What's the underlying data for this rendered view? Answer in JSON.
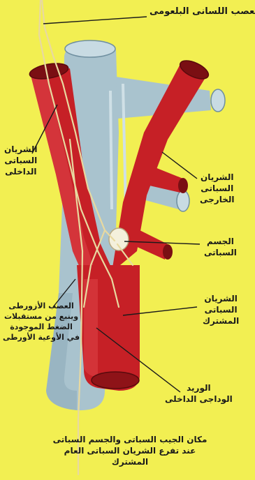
{
  "labels": {
    "glossopharyngeal_nerve": "العصب اللسانى البلعومى",
    "internal_carotid_artery": [
      "الشريان",
      "السباتى",
      "الداخلى"
    ],
    "external_carotid_artery": [
      "الشريان",
      "السباتى",
      "الخارجى"
    ],
    "carotid_body": [
      "الجسم",
      "السباتى"
    ],
    "common_carotid_artery": [
      "الشريان",
      "السباتى",
      "المشترك"
    ],
    "vagus_nerve": [
      "العصب الأزورطى",
      "وينبع من مستقبلات",
      "الضغط الموجودة",
      "في الأوعية الأورطى"
    ],
    "internal_jugular_vein": [
      "الوريد",
      "الوداجى الداخلى"
    ],
    "caption": [
      "مكان الجيب السباتى والجسم السباتى",
      "عند تفرع الشريان السباتى العام",
      "المشترك"
    ]
  },
  "colors": {
    "background": "#f2ef52",
    "artery": "#c62026",
    "artery_dark": "#8e1318",
    "vein": "#a9c3ce",
    "vein_dark": "#6f8fa0",
    "nerve": "#e8d9a0",
    "carotid_body": "#f4f0dc",
    "leader_line": "#1a1a1a"
  }
}
